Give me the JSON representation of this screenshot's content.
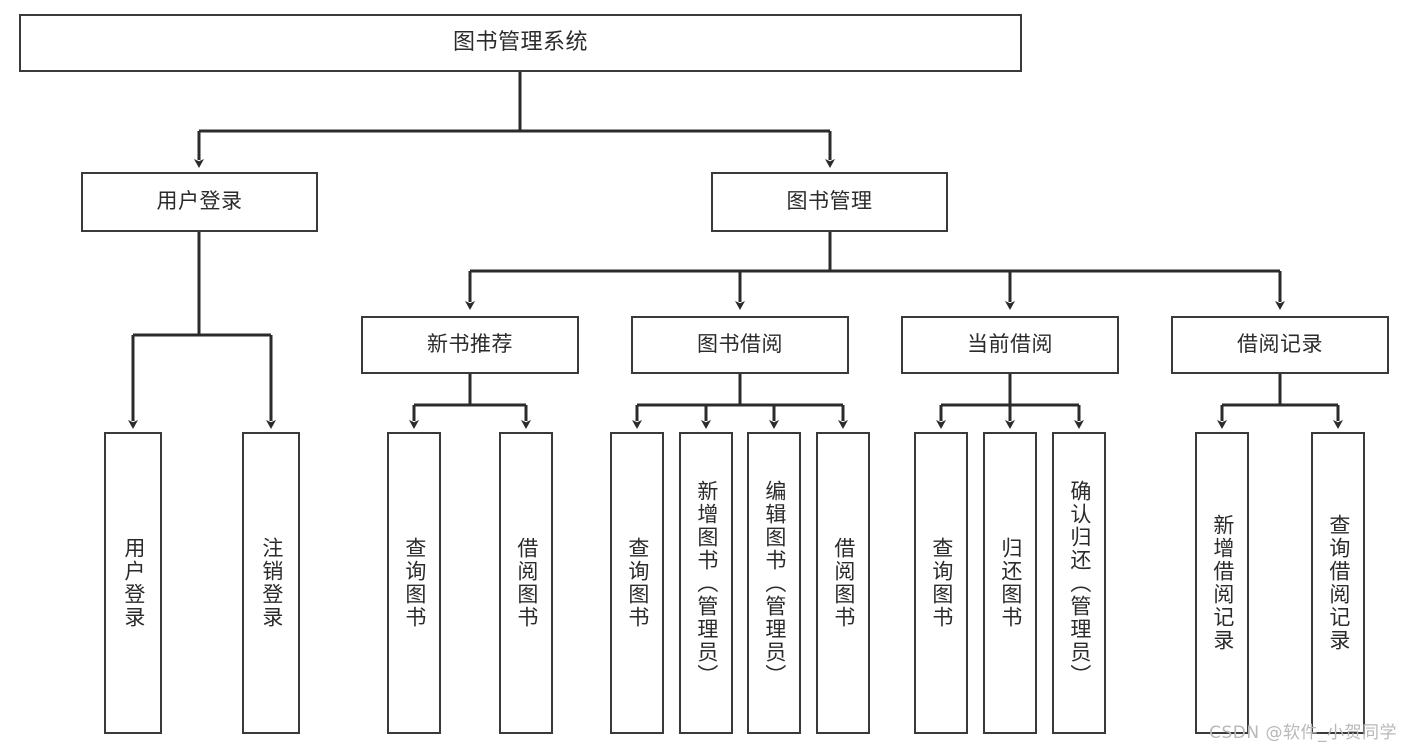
{
  "diagram": {
    "title": "图书管理系统",
    "watermark": "CSDN @软件_小贺同学",
    "colors": {
      "border": "#3a3a3a",
      "fill": "#ffffff",
      "text": "#2b2b2b",
      "edge": "#2b2b2b",
      "watermark": "#b8b8b8"
    },
    "root": {
      "label": "图书管理系统"
    },
    "level2": [
      {
        "label": "用户登录"
      },
      {
        "label": "图书管理"
      }
    ],
    "level3": [
      {
        "label": "新书推荐"
      },
      {
        "label": "图书借阅"
      },
      {
        "label": "当前借阅"
      },
      {
        "label": "借阅记录"
      }
    ],
    "leaves": {
      "user_login": [
        {
          "label": "用户登录"
        },
        {
          "label": "注销登录"
        }
      ],
      "new_book_recommend": [
        {
          "label": "查询图书"
        },
        {
          "label": "借阅图书"
        }
      ],
      "book_borrow": [
        {
          "label": "查询图书"
        },
        {
          "label": "新增图书（管理员）"
        },
        {
          "label": "编辑图书（管理员）"
        },
        {
          "label": "借阅图书"
        }
      ],
      "current_borrow": [
        {
          "label": "查询图书"
        },
        {
          "label": "归还图书"
        },
        {
          "label": "确认归还（管理员）"
        }
      ],
      "borrow_record": [
        {
          "label": "新增借阅记录"
        },
        {
          "label": "查询借阅记录"
        }
      ]
    }
  }
}
